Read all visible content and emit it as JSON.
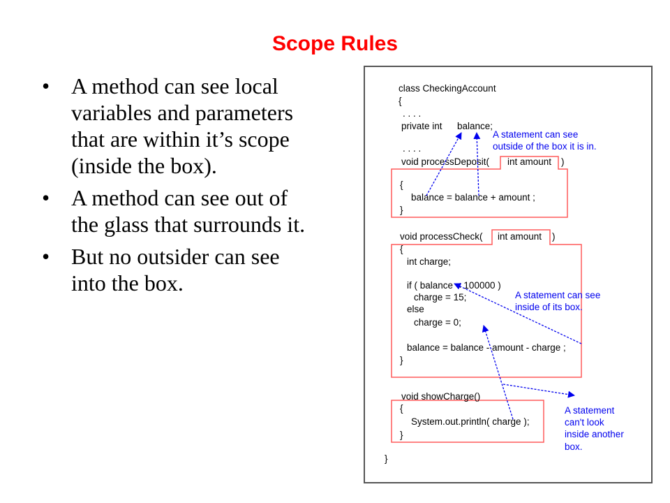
{
  "slide": {
    "title": "Scope Rules",
    "bullets": [
      {
        "marker": "•",
        "lines": [
          "A method can see local",
          "variables and parameters",
          "that are within it’s scope",
          "(inside the box)."
        ]
      },
      {
        "marker": "•",
        "lines": [
          "A method can see out of",
          "the glass that surrounds it."
        ]
      },
      {
        "marker": "•",
        "lines": [
          "But no outsider can see",
          "into the box."
        ]
      }
    ]
  },
  "figure": {
    "code": {
      "class_decl": "class CheckingAccount",
      "open_brace": "{",
      "ellipsis1": ". . . .",
      "private_int": "private int",
      "balance_var": "balance;",
      "ellipsis2": ". . . .",
      "deposit_sig": "void  processDeposit(",
      "deposit_param": "int amount",
      "deposit_close": ")",
      "deposit_open": "{",
      "deposit_body": "balance = balance + amount ;",
      "deposit_end": "}",
      "check_sig": "void processCheck(",
      "check_param": "int amount",
      "check_close": ")",
      "check_open": "{",
      "check_line1": "int charge;",
      "check_line2": "if ( balance < 100000 )",
      "check_line3": "charge = 15;",
      "check_line4": "else",
      "check_line5": "charge = 0;",
      "check_line6": "balance =  balance - amount - charge  ;",
      "check_end": "}",
      "show_sig": "void showCharge()",
      "show_open": "{",
      "show_body": "System.out.println( charge );",
      "show_end": "}",
      "class_end": "}"
    },
    "notes": {
      "outside": [
        "A statement can see",
        "outside of the box it is in."
      ],
      "inside": [
        "A statement can see",
        "inside of its box."
      ],
      "cannot": [
        "A statement",
        "can't look",
        "inside another",
        "box."
      ]
    },
    "colors": {
      "box": "#ff5a5a",
      "arrow": "#0000ee",
      "title": "#ff0000"
    }
  }
}
